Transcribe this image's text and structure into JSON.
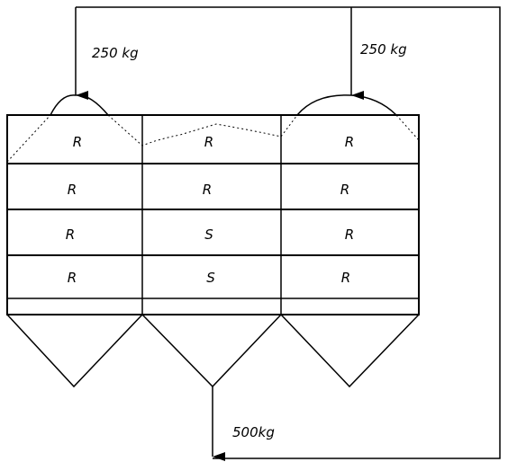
{
  "flows": {
    "inlet_left": "250 kg",
    "inlet_right": "250 kg",
    "outlet": "500kg"
  },
  "layers": [
    [
      "R",
      "R",
      "R"
    ],
    [
      "R",
      "R",
      "R"
    ],
    [
      "R",
      "S",
      "R"
    ],
    [
      "R",
      "S",
      "R"
    ]
  ],
  "colors": {
    "ink": "#000000",
    "background": "#ffffff"
  }
}
